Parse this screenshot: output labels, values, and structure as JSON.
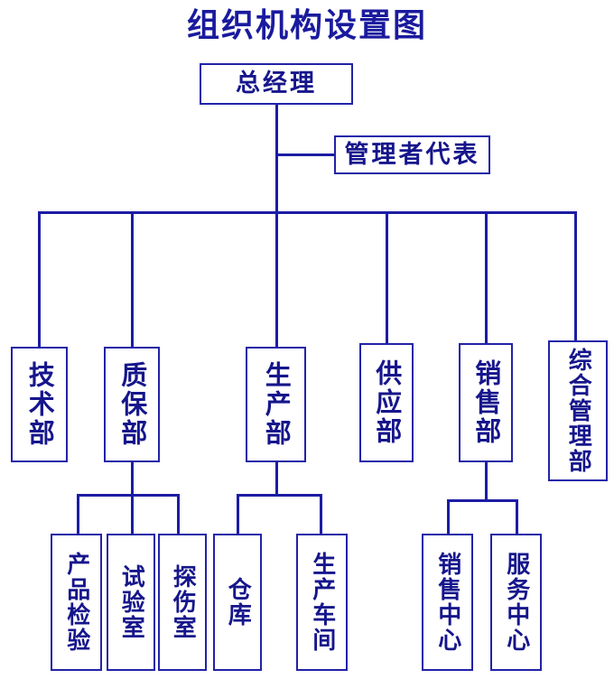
{
  "title": "组织机构设置图",
  "colors": {
    "line": "#1c1ca4",
    "box_border": "#2222a8",
    "text": "#16168c",
    "title": "#1a1a9e",
    "background": "#ffffff"
  },
  "nodes": {
    "general_manager": "总经理",
    "management_rep": "管理者代表",
    "departments": [
      {
        "label": "技术部"
      },
      {
        "label": "质保部"
      },
      {
        "label": "生产部"
      },
      {
        "label": "供应部"
      },
      {
        "label": "销售部"
      },
      {
        "label": "综合管理部"
      }
    ],
    "sub_units": [
      {
        "label": "产品检验",
        "parent": "质保部"
      },
      {
        "label": "试验室",
        "parent": "质保部"
      },
      {
        "label": "探伤室",
        "parent": "质保部"
      },
      {
        "label": "仓库",
        "parent": "生产部"
      },
      {
        "label": "生产车间",
        "parent": "生产部"
      },
      {
        "label": "销售中心",
        "parent": "销售部"
      },
      {
        "label": "服务中心",
        "parent": "销售部"
      }
    ]
  }
}
